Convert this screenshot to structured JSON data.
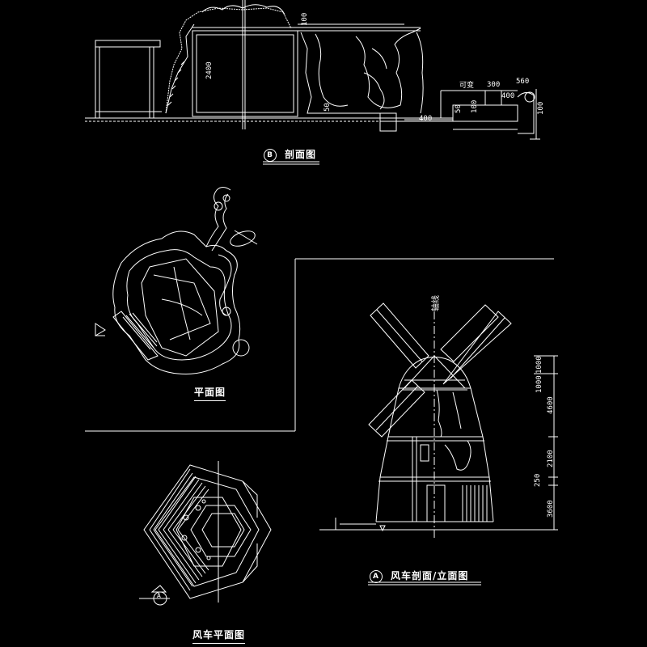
{
  "section_b": {
    "marker": "B",
    "title": "剖面图",
    "dims": {
      "d100_top": "100",
      "d2400": "2400",
      "d50": "50",
      "d400": "400",
      "d50b": "50",
      "d100b": "100",
      "d300": "300",
      "d400b": "400",
      "d560": "560",
      "d100c": "100"
    },
    "note": "可变"
  },
  "plan": {
    "title": "平面图"
  },
  "windmill_elevation": {
    "marker": "A",
    "title": "风车剖面/立面图",
    "axis_label": "轴线",
    "dims": {
      "d1000_a": "1000",
      "d1000_b": "1000",
      "d4600": "4600",
      "d2100": "2100",
      "d250": "250",
      "d3600": "3600"
    }
  },
  "windmill_plan": {
    "title": "风车平面图",
    "marker": "A"
  }
}
